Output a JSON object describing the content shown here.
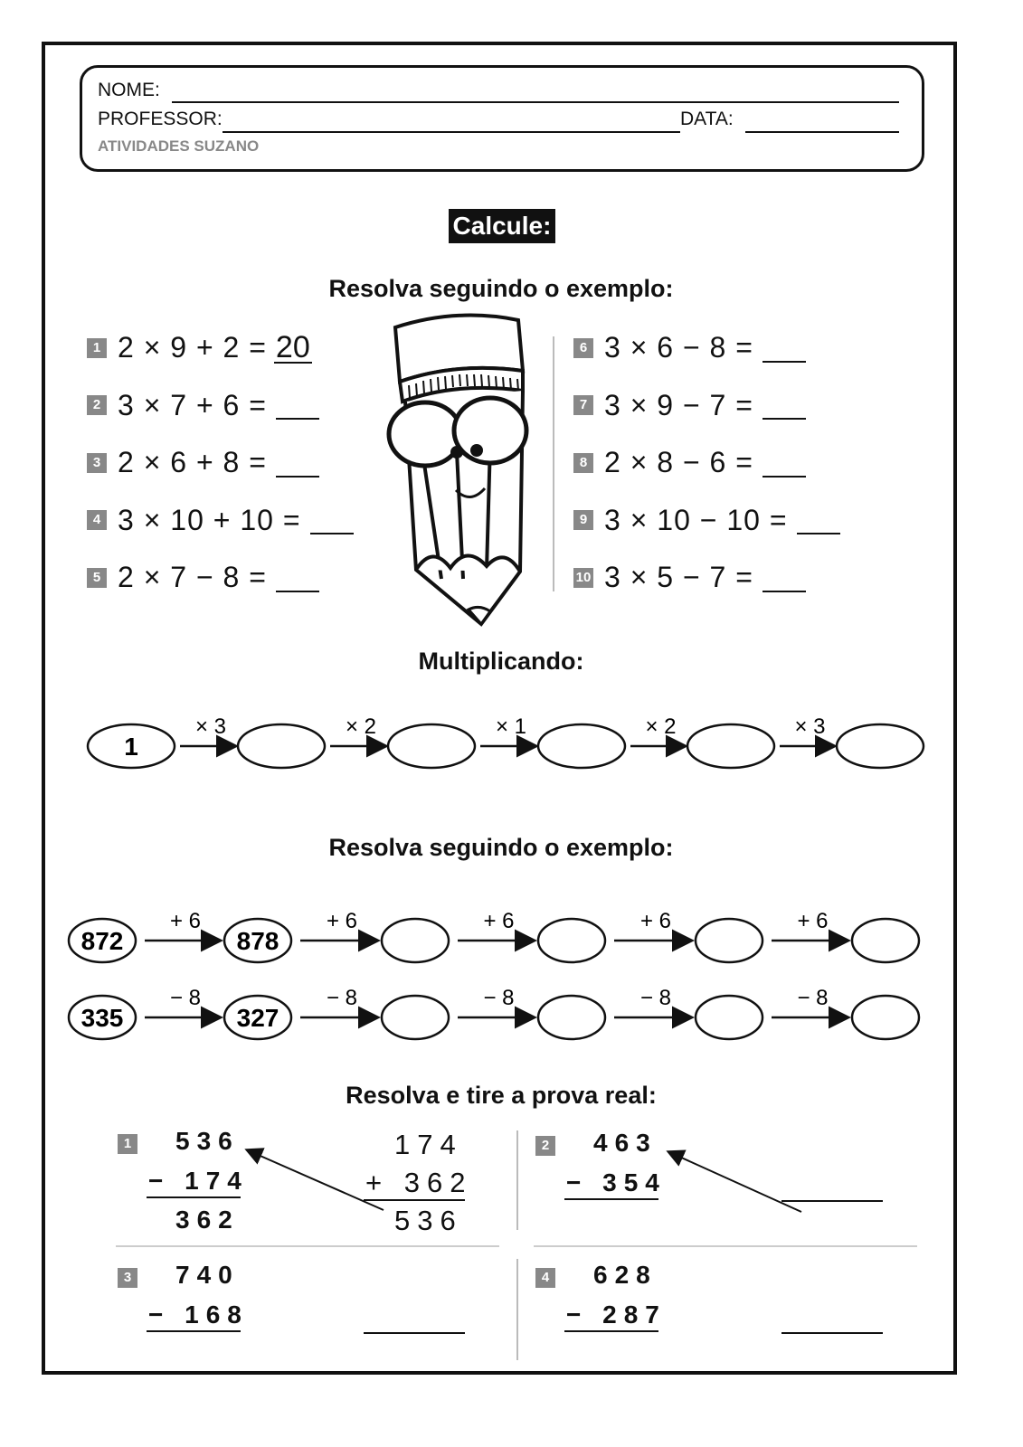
{
  "header": {
    "name_label": "NOME:",
    "teacher_label": "PROFESSOR:",
    "date_label": "DATA:",
    "brand": "ATIVIDADES SUZANO"
  },
  "main_title": "Calcule:",
  "section1": {
    "title": "Resolva seguindo o exemplo:",
    "left": [
      {
        "n": "1",
        "expr": "2 × 9 + 2 =",
        "answer": "20"
      },
      {
        "n": "2",
        "expr": "3 × 7 + 6 ="
      },
      {
        "n": "3",
        "expr": "2 × 6 + 8 ="
      },
      {
        "n": "4",
        "expr": "3 × 10 + 10 ="
      },
      {
        "n": "5",
        "expr": "2 × 7 − 8 ="
      }
    ],
    "right": [
      {
        "n": "6",
        "expr": "3 × 6 − 8 ="
      },
      {
        "n": "7",
        "expr": "3 × 9 − 7 ="
      },
      {
        "n": "8",
        "expr": "2 × 8 − 6 ="
      },
      {
        "n": "9",
        "expr": "3 × 10 − 10 ="
      },
      {
        "n": "10",
        "expr": "3 × 5 − 7 ="
      }
    ]
  },
  "section2": {
    "title": "Multiplicando:",
    "start": "1",
    "steps": [
      "× 3",
      "× 2",
      "× 1",
      "× 2",
      "× 3"
    ]
  },
  "section3": {
    "title": "Resolva seguindo o exemplo:",
    "rows": [
      {
        "values": [
          "872",
          "878",
          "",
          "",
          "",
          ""
        ],
        "ops": [
          "+ 6",
          "+ 6",
          "+ 6",
          "+ 6",
          "+ 6"
        ]
      },
      {
        "values": [
          "335",
          "327",
          "",
          "",
          "",
          ""
        ],
        "ops": [
          "− 8",
          "− 8",
          "− 8",
          "− 8",
          "− 8"
        ]
      }
    ]
  },
  "section4": {
    "title": "Resolva e tire a prova real:",
    "problems": [
      {
        "n": "1",
        "top": "536",
        "bottom": "− 174",
        "result": "362",
        "check": {
          "top": "174",
          "bottom": "+ 362",
          "result": "536"
        }
      },
      {
        "n": "2",
        "top": "463",
        "bottom": "− 354"
      },
      {
        "n": "3",
        "top": "740",
        "bottom": "− 168"
      },
      {
        "n": "4",
        "top": "628",
        "bottom": "− 287"
      }
    ]
  }
}
